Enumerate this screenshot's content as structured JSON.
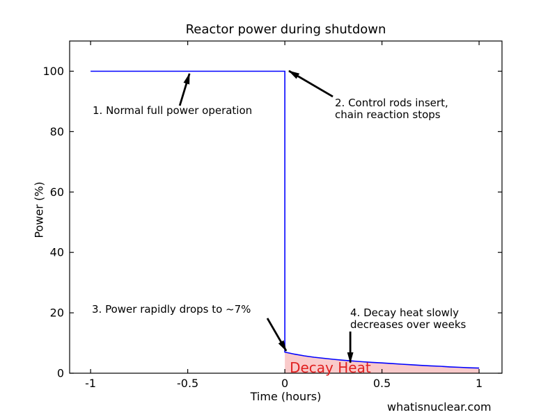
{
  "figure": {
    "watermark": "whatisnuclear.com"
  },
  "chart_data": {
    "type": "line",
    "title": "Reactor power during shutdown",
    "xlabel": "Time (hours)",
    "ylabel": "Power (%)",
    "xlim": [
      -1.108,
      1.118
    ],
    "ylim": [
      0,
      110
    ],
    "grid": false,
    "legend": "none",
    "xticks": {
      "values": [
        -1,
        -0.5,
        0,
        0.5,
        1
      ],
      "labels": [
        "-1",
        "-0.5",
        "0",
        "0.5",
        "1"
      ]
    },
    "yticks": {
      "values": [
        0,
        20,
        40,
        60,
        80,
        100
      ],
      "labels": [
        "0",
        "20",
        "40",
        "60",
        "80",
        "100"
      ]
    },
    "series": [
      {
        "name": "reactor-power",
        "color": "#0000ff",
        "points": [
          [
            -1,
            100
          ],
          [
            0,
            100
          ],
          [
            0,
            7.0
          ],
          [
            0.05,
            6.3
          ],
          [
            0.1,
            5.75
          ],
          [
            0.15,
            5.3
          ],
          [
            0.2,
            4.95
          ],
          [
            0.25,
            4.6
          ],
          [
            0.3,
            4.3
          ],
          [
            0.35,
            4.05
          ],
          [
            0.4,
            3.8
          ],
          [
            0.45,
            3.6
          ],
          [
            0.5,
            3.4
          ],
          [
            0.55,
            3.2
          ],
          [
            0.6,
            3.0
          ],
          [
            0.65,
            2.8
          ],
          [
            0.7,
            2.6
          ],
          [
            0.75,
            2.45
          ],
          [
            0.8,
            2.3
          ],
          [
            0.85,
            2.1
          ],
          [
            0.9,
            1.95
          ],
          [
            0.95,
            1.8
          ],
          [
            1,
            1.7
          ]
        ]
      }
    ],
    "fill": {
      "name": "decay-heat-fill",
      "color": "#f9caca",
      "series_slice_from": 2,
      "close_corners": [
        [
          1,
          0
        ],
        [
          0,
          0
        ]
      ]
    },
    "region_label": {
      "text": "Decay Heat",
      "color": "#e02020",
      "x": 0.025,
      "y": 3.9
    },
    "arrow_color": "#000000",
    "annotations": [
      {
        "text": "1. Normal full power operation",
        "arrow": {
          "from": [
            -0.541,
            88.6
          ],
          "to": [
            -0.491,
            99.2
          ]
        }
      },
      {
        "text": "2. Control rods insert,\nchain reaction stops",
        "arrow": {
          "from": [
            0.247,
            91.6
          ],
          "to": [
            0.021,
            100.1
          ]
        }
      },
      {
        "text": "3. Power rapidly drops to ~7%",
        "arrow": {
          "from": [
            -0.09,
            18.2
          ],
          "to": [
            0.007,
            7.4
          ]
        }
      },
      {
        "text": "4. Decay heat slowly\ndecreases over weeks",
        "arrow": {
          "from": [
            0.337,
            13.8
          ],
          "to": [
            0.337,
            3.5
          ]
        }
      }
    ]
  }
}
